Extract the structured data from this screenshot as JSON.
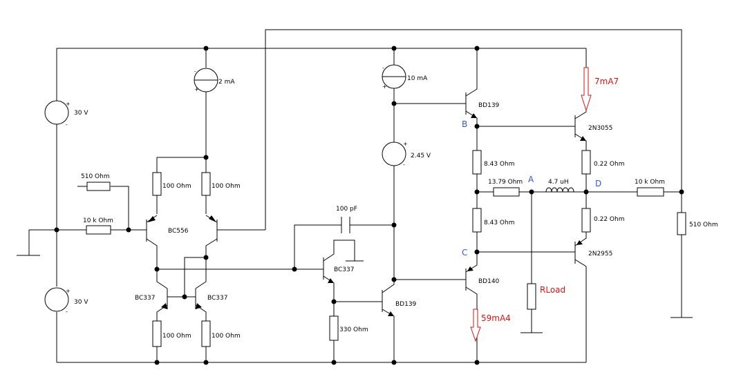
{
  "colors": {
    "wire": "#000000",
    "node_label": "#3355dd",
    "current": "#dd1111"
  },
  "sources": {
    "v_top": "30 V",
    "v_bot": "30 V",
    "i_2ma": "2 mA",
    "i_10ma": "10 mA",
    "v_245": "2.45 V"
  },
  "resistors": {
    "r510_in": "510  Ohm",
    "r10k_in": "10 k Ohm",
    "r100_a": "100  Ohm",
    "r100_b": "100  Ohm",
    "r100_c": "100  Ohm",
    "r100_d": "100  Ohm",
    "r330": "330  Ohm",
    "r843_top": "8.43  Ohm",
    "r843_bot": "8.43  Ohm",
    "r1379": "13.79  Ohm",
    "r022_top": "0.22  Ohm",
    "r022_bot": "0.22  Ohm",
    "r10k_fb": "10 k Ohm",
    "r510_fb": "510  Ohm"
  },
  "capacitor": "100 pF",
  "inductor": "4.7 uH",
  "load": "RLoad",
  "transistors": {
    "bc556": "BC556",
    "bc337_l": "BC337",
    "bc337_r": "BC337",
    "bc337_vas": "BC337",
    "bd139_vas": "BD139",
    "bd139_drv": "BD139",
    "bd140_drv": "BD140",
    "q2n3055": "2N3055",
    "q2n2955": "2N2955"
  },
  "nodes": {
    "a": "A",
    "b": "B",
    "c": "C",
    "d": "D"
  },
  "currents": {
    "top": "7mA7",
    "bottom": "59mA4"
  },
  "polarity": {
    "plus": "+",
    "minus": "-"
  }
}
